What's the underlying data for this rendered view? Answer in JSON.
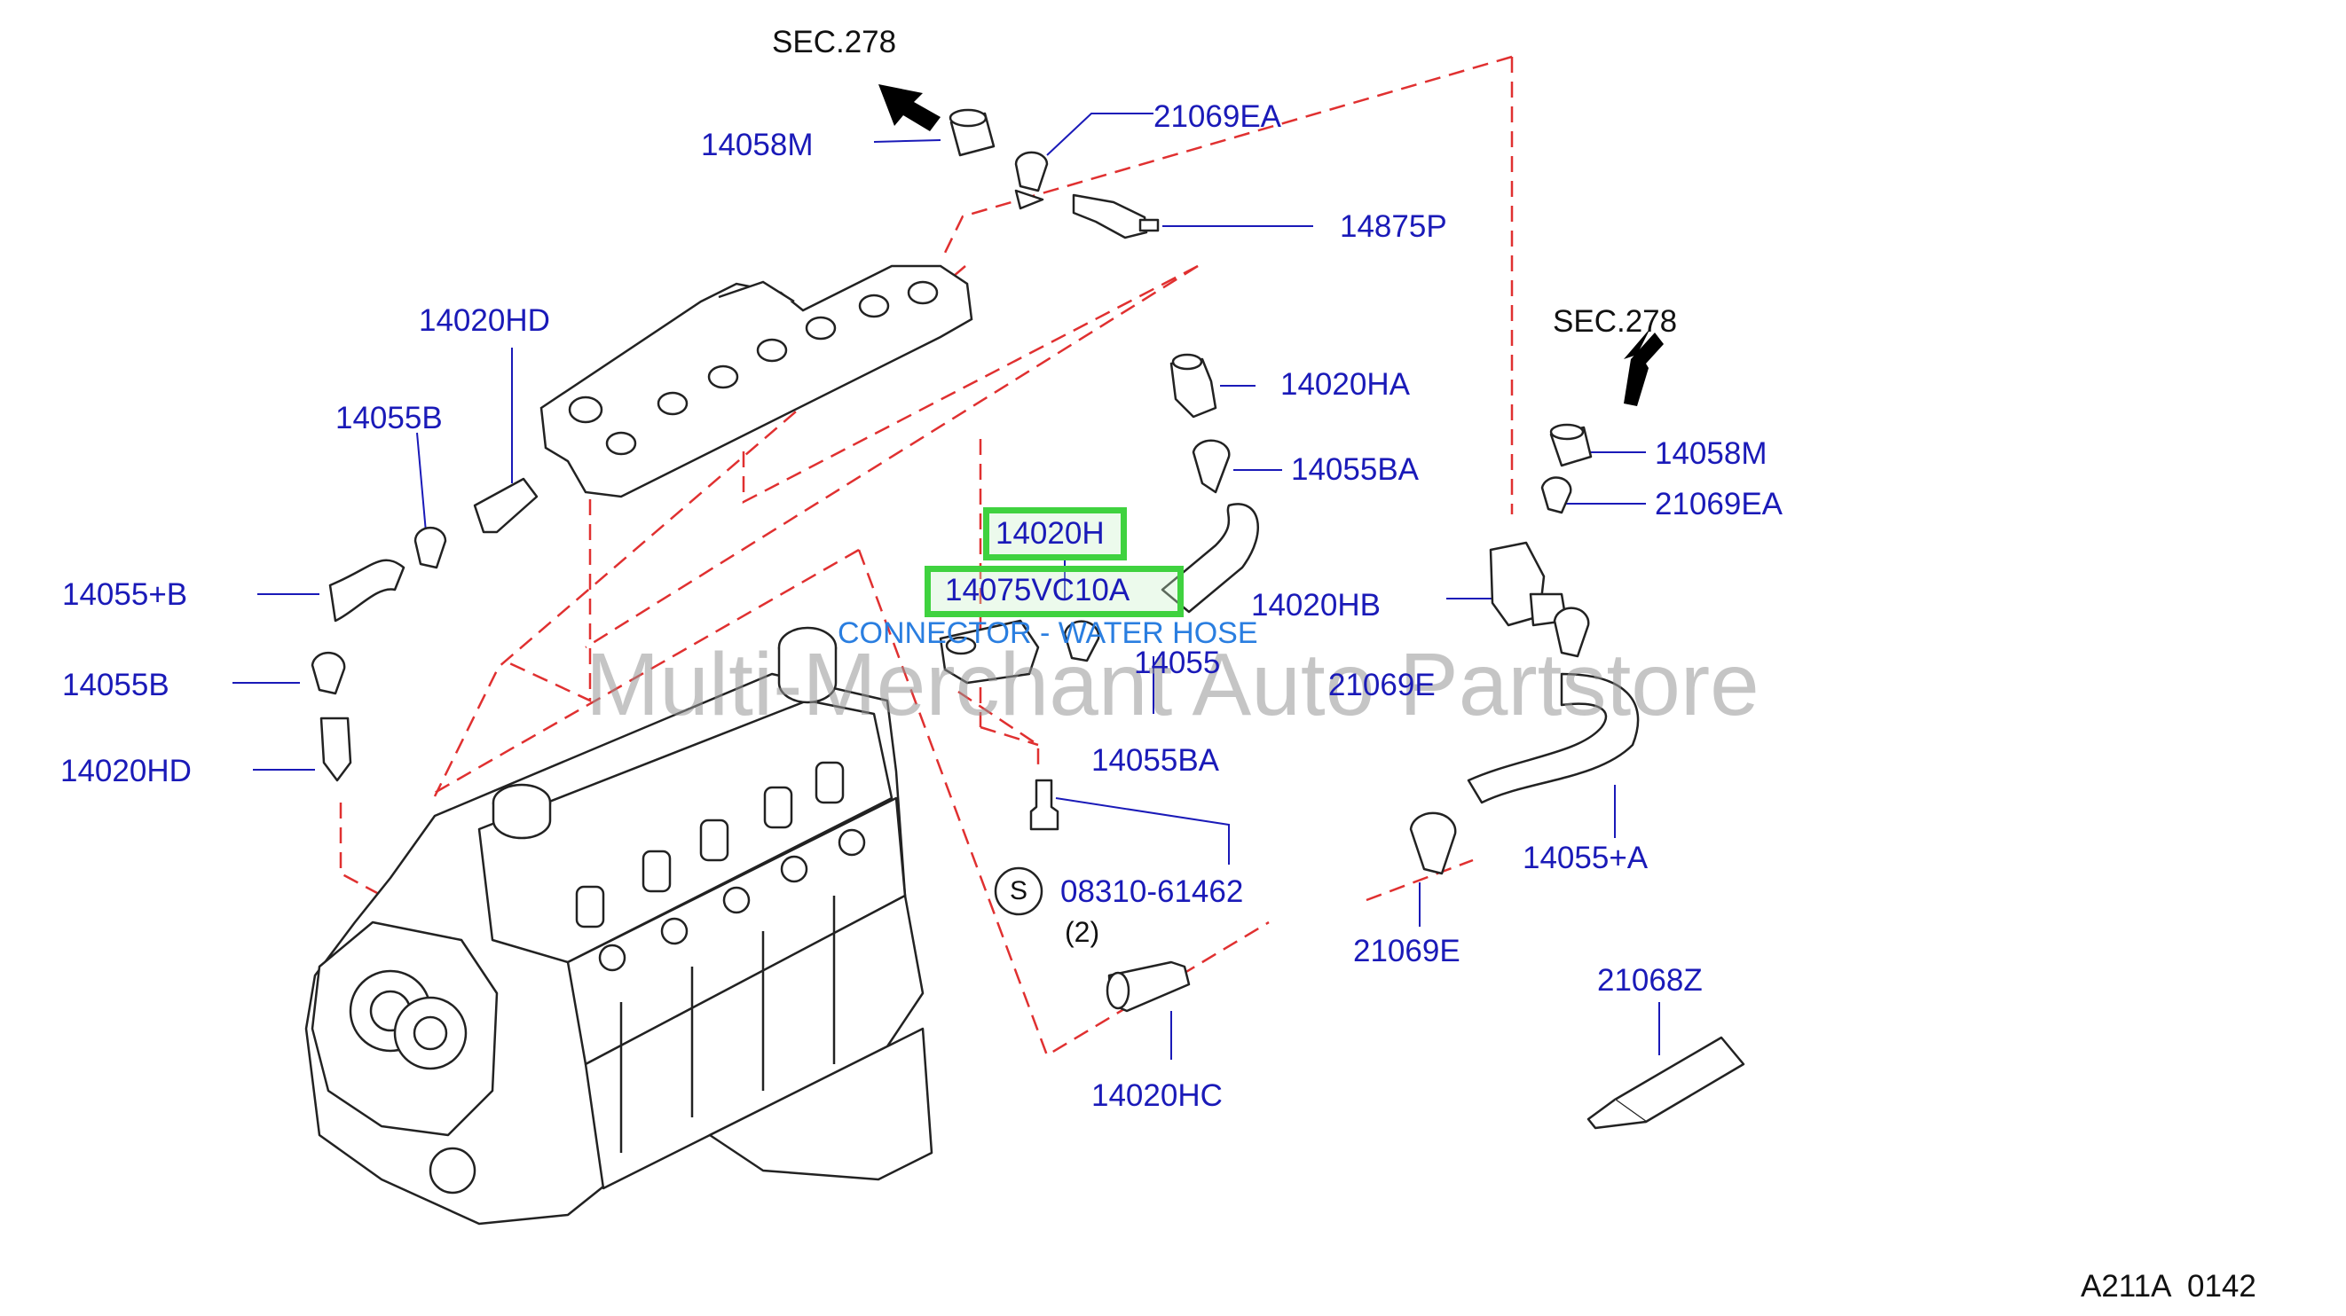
{
  "diagram": {
    "sec_top": "SEC.278",
    "sec_right": "SEC.278",
    "labels": {
      "l_14058M_top": "14058M",
      "l_21069EA_top": "21069EA",
      "l_14875P": "14875P",
      "l_14020HD_top": "14020HD",
      "l_14055B_top": "14055B",
      "l_14055plusB": "14055+B",
      "l_14055B_mid": "14055B",
      "l_14020HD_bot": "14020HD",
      "l_14020HA": "14020HA",
      "l_14055BA_top": "14055BA",
      "l_14020H": "14020H",
      "l_14075VC10A": "14075VC10A",
      "l_14020HB": "14020HB",
      "l_14055": "14055",
      "l_14055BA_bot": "14055BA",
      "l_08310": "08310-61462",
      "l_qty": "(2)",
      "l_S": "S",
      "l_14020HC": "14020HC",
      "l_14058M_right": "14058M",
      "l_21069EA_right": "21069EA",
      "l_21069E_mid": "21069E",
      "l_14055plusA": "14055+A",
      "l_21069E_bot": "21069E",
      "l_21068Z": "21068Z"
    },
    "connector_caption": "CONNECTOR - WATER HOSE",
    "watermark": "Multi-Merchant Auto Partstore",
    "code": "A211A  0142",
    "colors": {
      "label_blue": "#1a1ab8",
      "highlight_green": "#3fd23f",
      "dash_red": "#e03030",
      "caption_blue": "#2a7ee0"
    }
  }
}
